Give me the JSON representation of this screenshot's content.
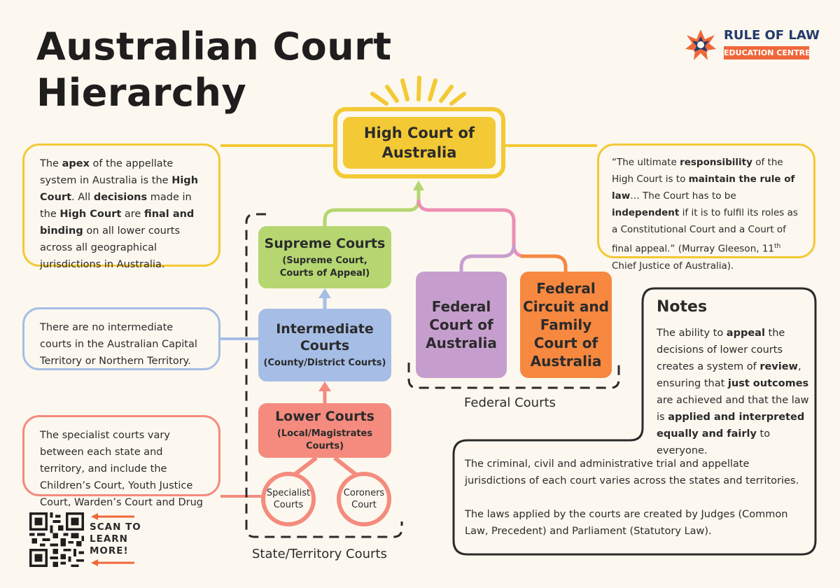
{
  "title": {
    "line1": "Australian Court",
    "line2": "Hierarchy"
  },
  "logo": {
    "line1": "RULE OF LAW",
    "line2": "EDUCATION CENTRE",
    "icon": "star-burst-icon"
  },
  "courts": {
    "high": {
      "name_line1": "High Court of",
      "name_line2": "Australia"
    },
    "supreme": {
      "name": "Supreme Courts",
      "sub": "(Supreme Court, Courts of Appeal)"
    },
    "intermediate": {
      "name_line1": "Intermediate",
      "name_line2": "Courts",
      "sub": "(County/District Courts)"
    },
    "lower": {
      "name": "Lower Courts",
      "sub": "(Local/Magistrates Courts)"
    },
    "specialist": {
      "line1": "Specialist",
      "line2": "Courts"
    },
    "coroners": {
      "line1": "Coroners",
      "line2": "Court"
    },
    "federal_court": {
      "line1": "Federal",
      "line2": "Court of",
      "line3": "Australia"
    },
    "federal_circuit": {
      "line1": "Federal",
      "line2": "Circuit and",
      "line3": "Family",
      "line4": "Court of",
      "line5": "Australia"
    }
  },
  "groups": {
    "state": "State/Territory Courts",
    "federal": "Federal Courts"
  },
  "callouts": {
    "apex": {
      "t1": "The ",
      "b1": "apex",
      "t2": " of the appellate system in Australia is the ",
      "b2": "High Court",
      "t3": ". All ",
      "b3": "decisions",
      "t4": " made in the ",
      "b4": "High Court",
      "t5": " are ",
      "b5": "final and binding",
      "t6": " on all lower courts across all geographical jurisdictions in Australia."
    },
    "quote": {
      "t1": "“The ultimate ",
      "b1": "responsibility",
      "t2": " of the High Court is to ",
      "b2": "maintain the rule of law",
      "t3": "… The Court has to be ",
      "b3": "independent",
      "t4": " if it is to fulfil its roles as a Constitutional Court and a Court of final appeal.” (Murray Gleeson, 11",
      "sup": "th",
      "t5": " Chief Justice of Australia)."
    },
    "intermediate": "There are no intermediate courts in the Australian Capital Territory or Northern Territory.",
    "specialist": "The specialist courts vary between each state and territory, and include the Children’s Court, Youth Justice Court, Warden’s Court and Drug Court."
  },
  "notes": {
    "title": "Notes",
    "p1": {
      "t1": "The ability to ",
      "b1": "appeal",
      "t2": " the decisions of lower courts creates a system of ",
      "b2": "review",
      "t3": ", ensuring that ",
      "b3": "just outcomes",
      "t4": " are achieved and that the law is ",
      "b4": "applied and interpreted equally and fairly",
      "t5": " to everyone."
    },
    "p2": "The criminal, civil and administrative trial and appellate jurisdictions of each court varies across the states and territories.",
    "p3": "The laws applied by the courts are created by Judges (Common Law, Precedent) and Parliament (Statutory Law)."
  },
  "qr": {
    "line1": "SCAN TO",
    "line2": "LEARN",
    "line3": "MORE!"
  },
  "colors": {
    "high": "#f3c935",
    "supreme": "#b5d671",
    "intermediate": "#a6bde6",
    "lower": "#f48b7e",
    "federal_court": "#c69ece",
    "federal_circuit": "#f68840",
    "connector_pink": "#ec8fb4",
    "brand_orange": "#f0673a",
    "brand_navy": "#233a6b"
  }
}
